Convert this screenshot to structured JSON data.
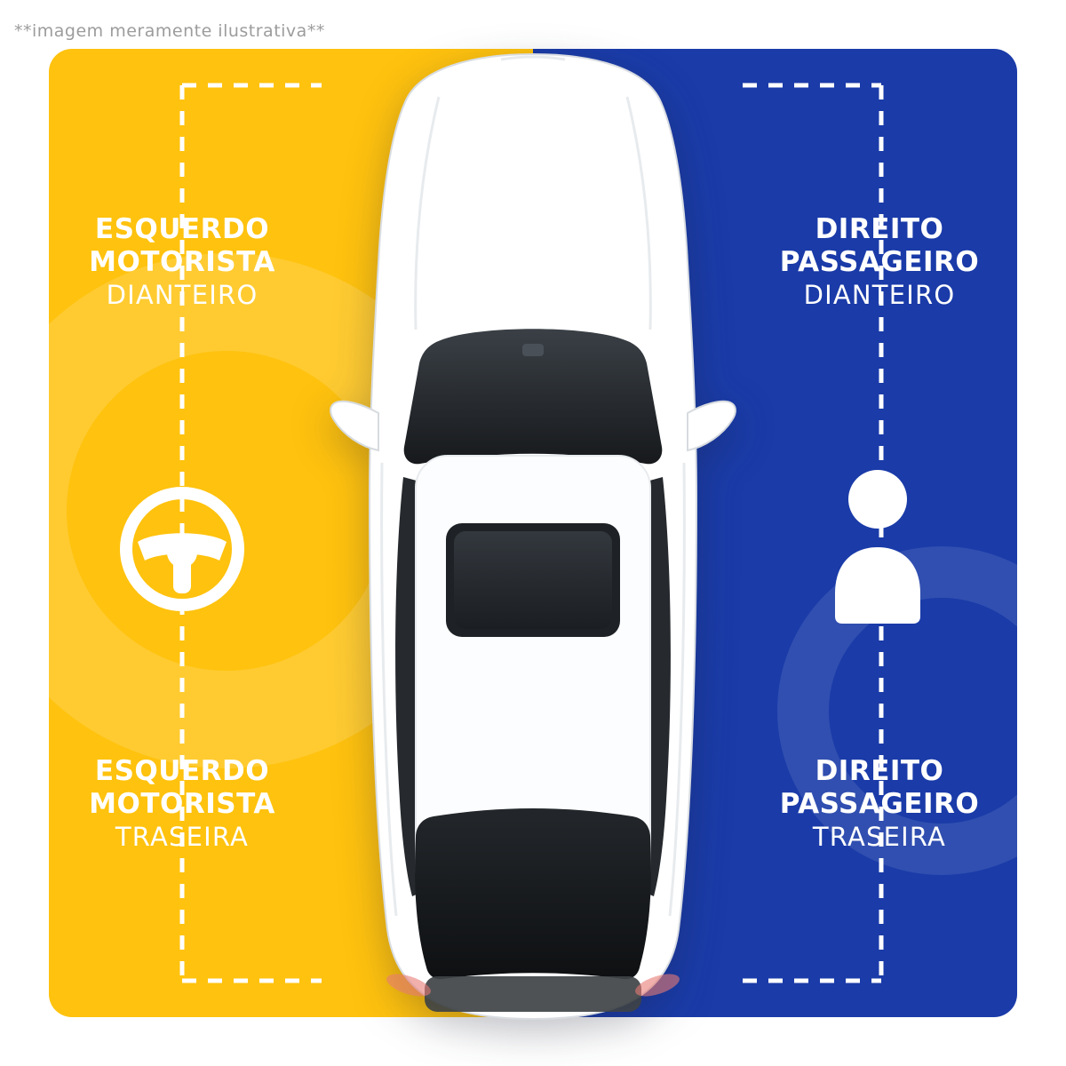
{
  "watermark": {
    "text": "**imagem meramente ilustrativa**"
  },
  "labels": {
    "front_left": {
      "line1": "ESQUERDO",
      "line2": "MOTORISTA",
      "line3": "DIANTEIRO"
    },
    "rear_left": {
      "line1": "ESQUERDO",
      "line2": "MOTORISTA",
      "line3": "TRASEIRA"
    },
    "front_right": {
      "line1": "DIREITO",
      "line2": "PASSAGEIRO",
      "line3": "DIANTEIRO"
    },
    "rear_right": {
      "line1": "DIREITO",
      "line2": "PASSAGEIRO",
      "line3": "TRASEIRA"
    }
  },
  "icons": {
    "driver_side": "steering-wheel-icon",
    "passenger_side": "passenger-person-icon",
    "center": "car-top-view"
  },
  "colors": {
    "driver_side_bg": "#FFC20E",
    "passenger_side_bg": "#1A3BA8",
    "label_text": "#FFFFFF",
    "guide_line": "#FFFFFF",
    "watermark_text": "#9C9C9C"
  }
}
